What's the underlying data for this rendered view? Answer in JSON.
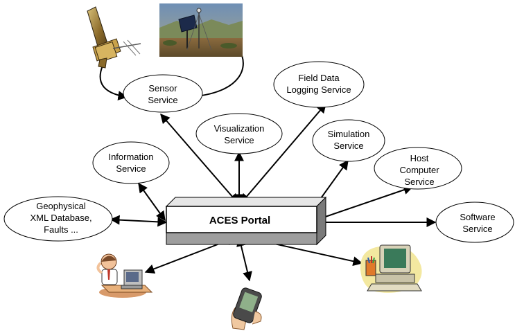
{
  "portal": {
    "label": "ACES Portal"
  },
  "services": {
    "sensor": [
      "Sensor",
      "Service"
    ],
    "field_data": [
      "Field Data",
      "Logging Service"
    ],
    "visualization": [
      "Visualization",
      "Service"
    ],
    "simulation": [
      "Simulation",
      "Service"
    ],
    "information": [
      "Information",
      "Service"
    ],
    "host_computer": [
      "Host",
      "Computer",
      "Service"
    ],
    "geophysical": [
      "Geophysical",
      "XML Database,",
      "Faults ..."
    ],
    "software": [
      "Software",
      "Service"
    ]
  },
  "pictures": {
    "satellite": "satellite-icon",
    "field_station": "field-sensor-photo",
    "scientist": "scientist-at-computer-icon",
    "handheld": "handheld-device-icon",
    "workstation": "desktop-computer-icon"
  }
}
